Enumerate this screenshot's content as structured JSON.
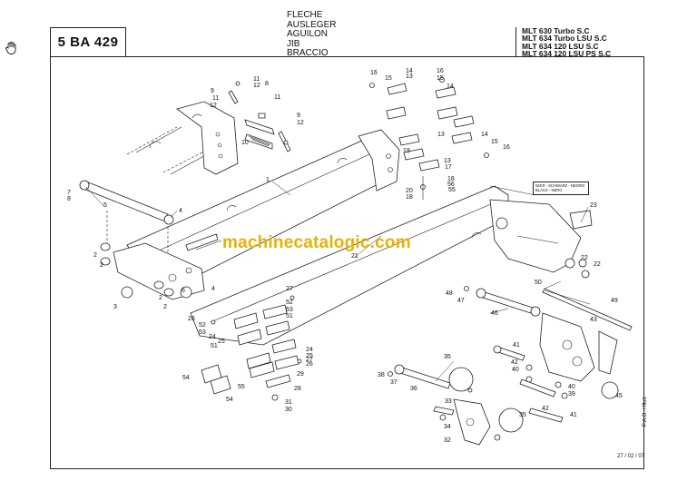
{
  "header": {
    "reference": "5 BA 429",
    "titles": [
      "FLECHE",
      "AUSLEGER",
      "AGUILON",
      "JIB",
      "BRACCIO"
    ],
    "models": [
      "MLT 630 Turbo S.C",
      "MLT 634 Turbo LSU S.C",
      "MLT 634 120 LSU S.C",
      "MLT 634 120 LSU PS S.C"
    ]
  },
  "watermark": "machinecatalogic.com",
  "color_note": {
    "line1": "NOIR - SCHWARZ - NEGRO",
    "line2": "BLACK - NERO"
  },
  "footer": {
    "date": "27 / 02 / 07",
    "code": "P.A.O. / Illus"
  },
  "icons": {
    "cursor": "hand-cursor-icon"
  },
  "callouts": {
    "c1": "1",
    "c2a": "2",
    "c2b": "2",
    "c2c": "2",
    "c2d": "2",
    "c3": "3",
    "c4a": "4",
    "c4b": "4",
    "c5": "5",
    "c6": "6",
    "c7": "7",
    "c8a": "8",
    "c8b": "8",
    "c9a": "9",
    "c9b": "9",
    "c10": "10",
    "c11a": "11",
    "c11b": "11",
    "c11c": "11",
    "c12a": "12",
    "c12b": "12",
    "c12c": "12",
    "c13a": "13",
    "c13b": "13",
    "c13c": "13",
    "c14a": "14",
    "c14b": "14",
    "c14c": "14",
    "c15a": "15",
    "c15b": "15",
    "c15c": "15",
    "c16a": "16",
    "c16b": "16",
    "c16c": "16",
    "c17": "17",
    "c18a": "18",
    "c18b": "18",
    "c19": "19",
    "c20": "20",
    "c21": "21",
    "c22a": "22",
    "c22b": "22",
    "c23": "23",
    "c24a": "24",
    "c24b": "24",
    "c25a": "25",
    "c25b": "25",
    "c26a": "26",
    "c26b": "26",
    "c27a": "27",
    "c27b": "27",
    "c28": "28",
    "c29": "29",
    "c30": "30",
    "c31": "31",
    "c32": "32",
    "c33": "33",
    "c34": "34",
    "c35a": "35",
    "c35b": "35",
    "c36": "36",
    "c37": "37",
    "c38": "38",
    "c39": "39",
    "c40a": "40",
    "c40b": "40",
    "c41a": "41",
    "c41b": "41",
    "c42a": "42",
    "c42b": "42",
    "c43": "43",
    "c45": "45",
    "c46": "46",
    "c47": "47",
    "c48": "48",
    "c49": "49",
    "c50": "50",
    "c51a": "51",
    "c51b": "51",
    "c52a": "52",
    "c52b": "52",
    "c53a": "53",
    "c53b": "53",
    "c54a": "54",
    "c54b": "54",
    "c55a": "55",
    "c55b": "55",
    "c56": "56"
  }
}
